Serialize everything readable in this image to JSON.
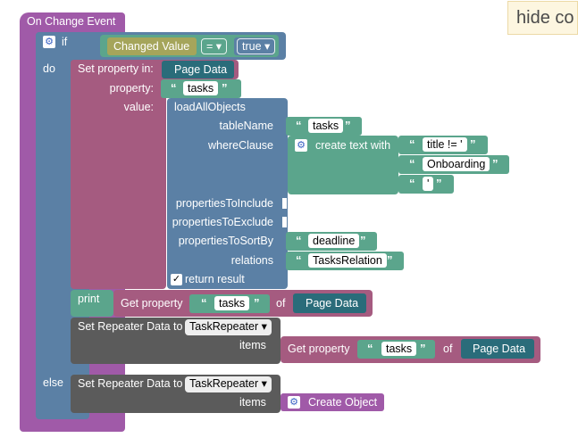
{
  "event": {
    "title": "On Change Event"
  },
  "if_block": {
    "if_label": "if",
    "do_label": "do",
    "else_label": "else",
    "condition": {
      "left": "Changed Value",
      "operator": "=",
      "right": "true"
    }
  },
  "set_property": {
    "label": "Set property in:",
    "target": "Page Data",
    "property_label": "property:",
    "property_value": "tasks",
    "value_label": "value:"
  },
  "load_all": {
    "label": "loadAllObjects",
    "table_name_label": "tableName",
    "table_name": "tasks",
    "where_label": "whereClause",
    "create_text": {
      "label": "create text with",
      "parts": [
        "title != '",
        "Onboarding",
        "'"
      ]
    },
    "include_label": "propertiesToInclude",
    "exclude_label": "propertiesToExclude",
    "sort_label": "propertiesToSortBy",
    "sort_value": "deadline",
    "relations_label": "relations",
    "relations_value": "TasksRelation",
    "return_label": "return result"
  },
  "print_block": {
    "label": "print",
    "get_label": "Get property",
    "prop": "tasks",
    "of_label": "of",
    "target": "Page Data"
  },
  "repeater1": {
    "label": "Set Repeater Data to",
    "target": "TaskRepeater",
    "items_label": "items",
    "get_label": "Get property",
    "prop": "tasks",
    "of_label": "of",
    "target2": "Page Data"
  },
  "repeater2": {
    "label": "Set Repeater Data to",
    "target": "TaskRepeater",
    "items_label": "items",
    "create_label": "Create Object"
  },
  "hide_button": {
    "label": "hide co"
  },
  "colors": {
    "event": "#a05aa8",
    "logic": "#5b80a5",
    "property": "#a55b80",
    "text": "#5ba58c",
    "page_data": "#2a6c7a",
    "repeater": "#5b5b5b",
    "print": "#5ba58c"
  }
}
